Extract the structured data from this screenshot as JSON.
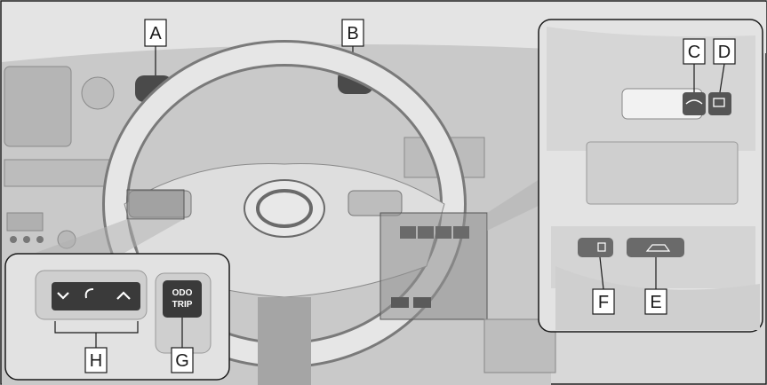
{
  "callouts": {
    "a": "A",
    "b": "B",
    "c": "C",
    "d": "D",
    "e": "E",
    "f": "F",
    "g": "G",
    "h": "H"
  },
  "buttons": {
    "odo_line1": "ODO",
    "odo_line2": "TRIP"
  },
  "colors": {
    "background": "#d6d6d6",
    "dashboard": "#c4c4c4",
    "wheel": "#dcdcdc",
    "dark_part": "#4a4a4a",
    "inset_bg": "#e2e2e2",
    "highlight": "#8f8f8f"
  }
}
